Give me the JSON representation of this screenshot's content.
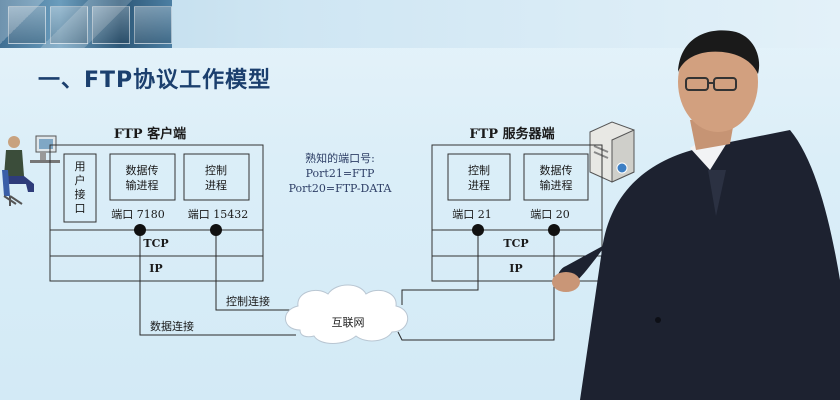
{
  "title": "一、FTP协议工作模型",
  "client": {
    "label": "FTP 客户端",
    "ui_box": [
      "用",
      "户",
      "接",
      "口"
    ],
    "data_process": [
      "数据传",
      "输进程"
    ],
    "control_process": [
      "控制",
      "进程"
    ],
    "port_data": "端口 7180",
    "port_control": "端口 15432",
    "tcp": "TCP",
    "ip": "IP"
  },
  "server": {
    "label": "FTP 服务器端",
    "control_process": [
      "控制",
      "进程"
    ],
    "data_process": [
      "数据传",
      "输进程"
    ],
    "port_control": "端口 21",
    "port_data": "端口 20",
    "tcp": "TCP",
    "ip": "IP"
  },
  "note": {
    "heading": "熟知的端口号:",
    "line1": "Port21=FTP",
    "line2": "Port20=FTP-DATA"
  },
  "links": {
    "control": "控制连接",
    "data": "数据连接",
    "internet": "互联网"
  },
  "colors": {
    "title": "#1b3f6e",
    "line": "#2a2a2a",
    "dot": "#111111",
    "cloud": "#ffffff"
  }
}
